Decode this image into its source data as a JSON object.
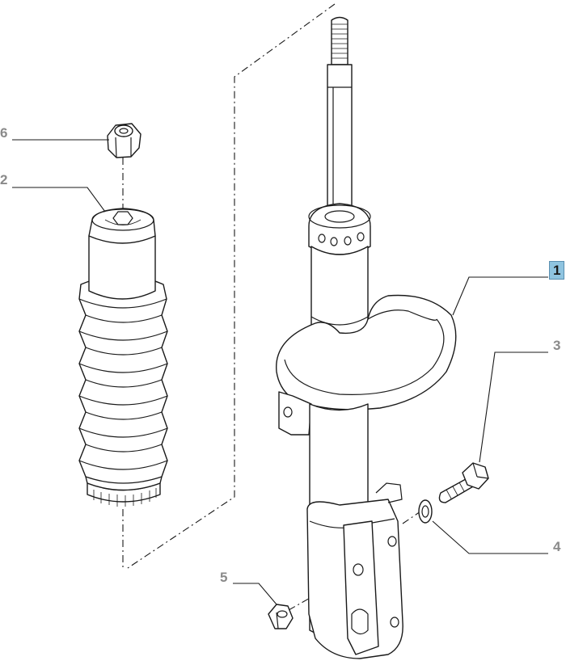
{
  "callouts": [
    {
      "id": "1",
      "label": "1",
      "highlighted": true
    },
    {
      "id": "2",
      "label": "2"
    },
    {
      "id": "3",
      "label": "3"
    },
    {
      "id": "4",
      "label": "4"
    },
    {
      "id": "5",
      "label": "5"
    },
    {
      "id": "6",
      "label": "6"
    }
  ],
  "colors": {
    "line": "#1a1a1a",
    "callout_text": "#8a8a8a",
    "highlight": "#8fc4e0"
  }
}
